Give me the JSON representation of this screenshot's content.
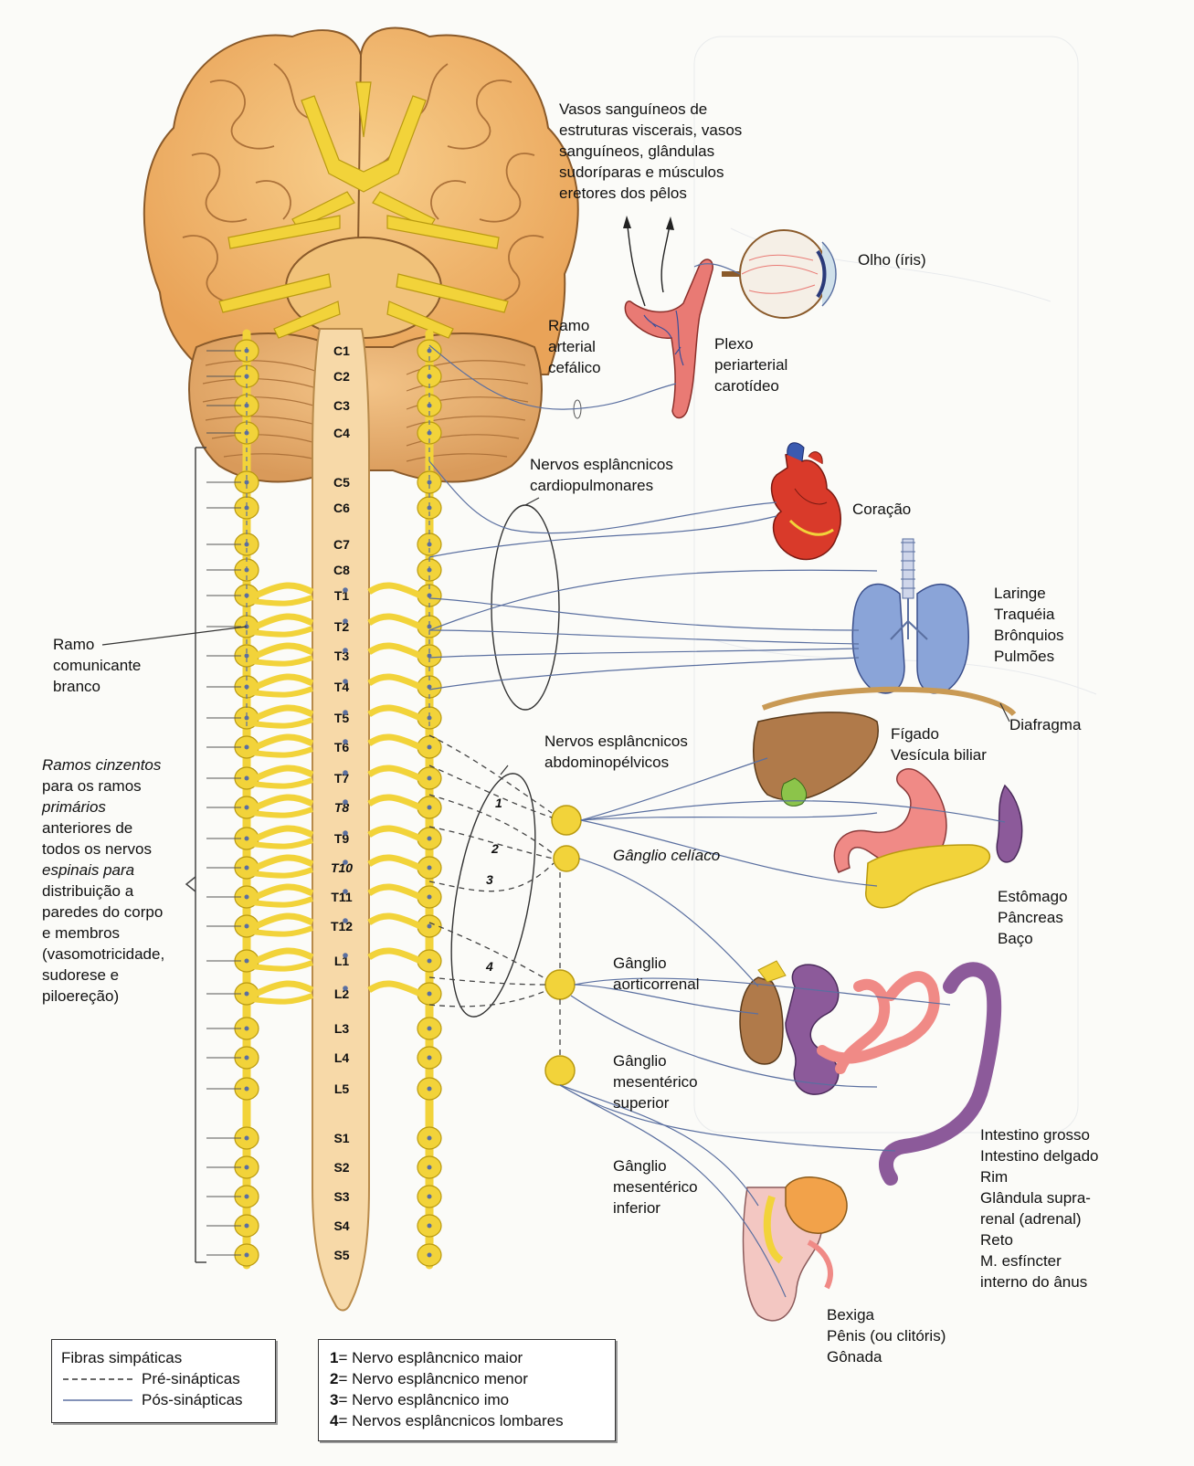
{
  "labels": {
    "vasos": [
      "Vasos sanguíneos de",
      "estruturas viscerais, vasos",
      "sanguíneos, glândulas",
      "sudoríparas e músculos",
      "eretores dos pêlos"
    ],
    "olho": "Olho (íris)",
    "ramo_arterial": [
      "Ramo",
      "arterial",
      "cefálico"
    ],
    "plexo": [
      "Plexo",
      "periarterial",
      "carotídeo"
    ],
    "cardiopulmonares": [
      "Nervos esplâncnicos",
      "cardiopulmonares"
    ],
    "coracao": "Coração",
    "pulmoes": [
      "Laringe",
      "Traquéia",
      "Brônquios",
      "Pulmões"
    ],
    "diafragma": "Diafragma",
    "figado": [
      "Fígado",
      "Vesícula biliar"
    ],
    "abdominopelvicos": [
      "Nervos esplâncnicos",
      "abdominopélvicos"
    ],
    "ganglio_celiaco": "Gânglio celíaco",
    "estomago": [
      "Estômago",
      "Pâncreas",
      "Baço"
    ],
    "aorticorrenal": [
      "Gânglio",
      "aorticorrenal"
    ],
    "mes_superior": [
      "Gânglio",
      "mesentérico",
      "superior"
    ],
    "mes_inferior": [
      "Gânglio",
      "mesentérico",
      "inferior"
    ],
    "intestino": [
      "Intestino grosso",
      "Intestino delgado",
      "Rim",
      "Glândula supra-",
      "renal (adrenal)",
      "Reto",
      "M. esfíncter",
      "interno do ânus"
    ],
    "bexiga": [
      "Bexiga",
      "Pênis (ou clitóris)",
      "Gônada"
    ],
    "ramo_comunicante": [
      "Ramo",
      "comunicante",
      "branco"
    ],
    "ramos_cinzentos": {
      "l1": "Ramos cinzentos",
      "l2": "para os ramos",
      "l3": "primários",
      "l4": "anteriores de",
      "l5": "todos os nervos",
      "l6": "espinais para",
      "l7": "distribuição a",
      "l8": "paredes do corpo",
      "l9": "e membros",
      "l10": "(vasomotricidade,",
      "l11": "sudorese e",
      "l12": "piloereção)"
    }
  },
  "segments": [
    "C1",
    "C2",
    "C3",
    "C4",
    "C5",
    "C6",
    "C7",
    "C8",
    "T1",
    "T2",
    "T3",
    "T4",
    "T5",
    "T6",
    "T7",
    "T8",
    "T9",
    "T10",
    "T11",
    "T12",
    "L1",
    "L2",
    "L3",
    "L4",
    "L5",
    "S1",
    "S2",
    "S3",
    "S4",
    "S5"
  ],
  "splanchnic_numbers": [
    "1",
    "2",
    "3",
    "4"
  ],
  "legend_fibers": {
    "title": "Fibras simpáticas",
    "pre": "Pré-sinápticas",
    "pos": "Pós-sinápticas"
  },
  "legend_nerves": [
    {
      "num": "1",
      "text": " = Nervo esplâncnico maior"
    },
    {
      "num": "2",
      "text": " = Nervo esplâncnico menor"
    },
    {
      "num": "3",
      "text": " = Nervo esplâncnico imo"
    },
    {
      "num": "4",
      "text": " = Nervos esplâncnicos lombares"
    }
  ],
  "colors": {
    "nerve_yellow": "#f2d33a",
    "brain": "#f3b86a",
    "spinal_cord": "#f7d9a8",
    "post_fiber": "#5a6fa0",
    "heart": "#d93a2a",
    "lung": "#8aa4d8",
    "liver": "#b07a4a",
    "intestine": "#f08a86",
    "colon": "#8c5a9a"
  }
}
